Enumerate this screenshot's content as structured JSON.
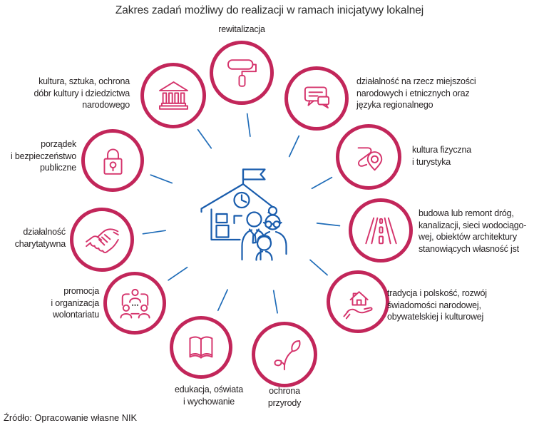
{
  "title": "Zakres zadań możliwy do realizacji w ramach inicjatywy lokalnej",
  "source": "Źródło: Opracowanie własne NIK",
  "center": {
    "icon": "house-with-family-illustration"
  },
  "colors": {
    "ring": "#c2265a",
    "icon": "#d5346c",
    "blue": "#1a5dad",
    "connector": "#1f6cb8",
    "text": "#231f20"
  },
  "items": [
    {
      "id": "rewitalizacja",
      "icon": "paint-roller-icon",
      "label": "rewitalizacja"
    },
    {
      "id": "mniejszosci",
      "icon": "chat-bubbles-icon",
      "label": "działalność na rzecz miejszości\nnarodowych i etnicznych oraz\njęzyka regionalnego"
    },
    {
      "id": "kultura-fizyczna",
      "icon": "route-pin-icon",
      "label": "kultura fizyczna\ni turystyka"
    },
    {
      "id": "budowa-drogi",
      "icon": "road-icon",
      "label": "budowa lub remont dróg,\nkanalizacji, sieci wodociągo-\nwej, obiektów architektury\nstanowiących własność jst"
    },
    {
      "id": "tradycja",
      "icon": "house-in-hand-icon",
      "label": "tradycja i polskość, rozwój\nświadomości narodowej,\nobywatelskiej i kulturowej"
    },
    {
      "id": "ochrona-przyrody",
      "icon": "leaf-icon",
      "label": "ochrona\nprzyrody"
    },
    {
      "id": "edukacja",
      "icon": "open-book-icon",
      "label": "edukacja, oświata\ni wychowanie"
    },
    {
      "id": "wolontariat",
      "icon": "people-network-icon",
      "label": "promocja\ni organizacja\nwolontariatu"
    },
    {
      "id": "charytatywna",
      "icon": "handshake-icon",
      "label": "działalność\ncharytatywna"
    },
    {
      "id": "porzadek",
      "icon": "padlock-icon",
      "label": "porządek\ni bezpieczeństwo\npubliczne"
    },
    {
      "id": "kultura-sztuka",
      "icon": "museum-icon",
      "label": "kultura, sztuka, ochrona\ndóbr kultury i dziedzictwa\nnarodowego"
    }
  ]
}
